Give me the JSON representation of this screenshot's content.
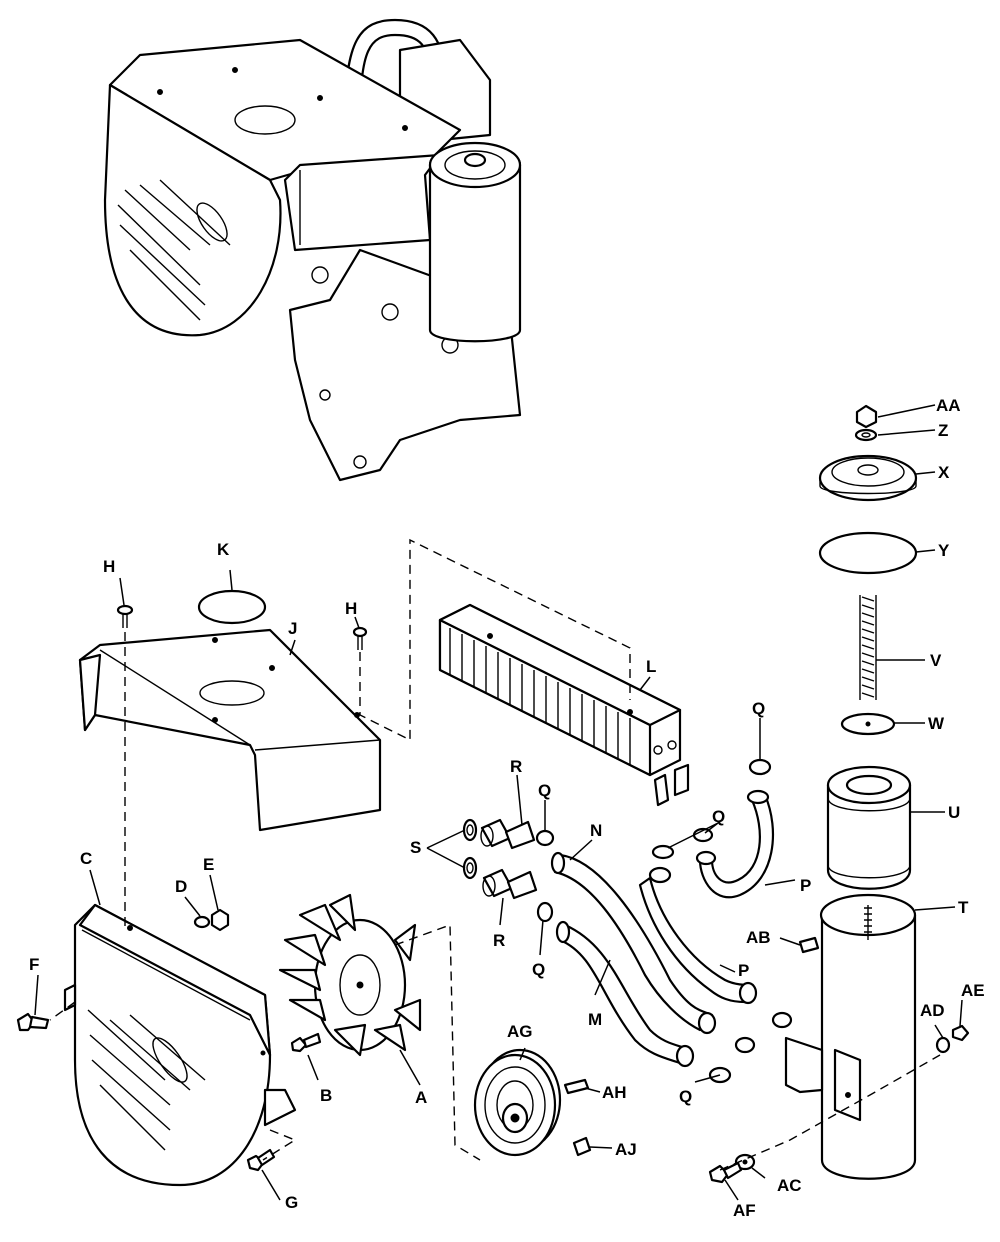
{
  "labels": {
    "A": "A",
    "B": "B",
    "C": "C",
    "D": "D",
    "E": "E",
    "F": "F",
    "G": "G",
    "H1": "H",
    "H2": "H",
    "J": "J",
    "K": "K",
    "L": "L",
    "M": "M",
    "N": "N",
    "P1": "P",
    "P2": "P",
    "Q1": "Q",
    "Q2": "Q",
    "Q3": "Q",
    "Q4": "Q",
    "Q5": "Q",
    "R1": "R",
    "R2": "R",
    "S": "S",
    "T": "T",
    "U": "U",
    "V": "V",
    "W": "W",
    "X": "X",
    "Y": "Y",
    "Z": "Z",
    "AA": "AA",
    "AB": "AB",
    "AC": "AC",
    "AD": "AD",
    "AE": "AE",
    "AF": "AF",
    "AG": "AG",
    "AH": "AH",
    "AJ": "AJ"
  }
}
